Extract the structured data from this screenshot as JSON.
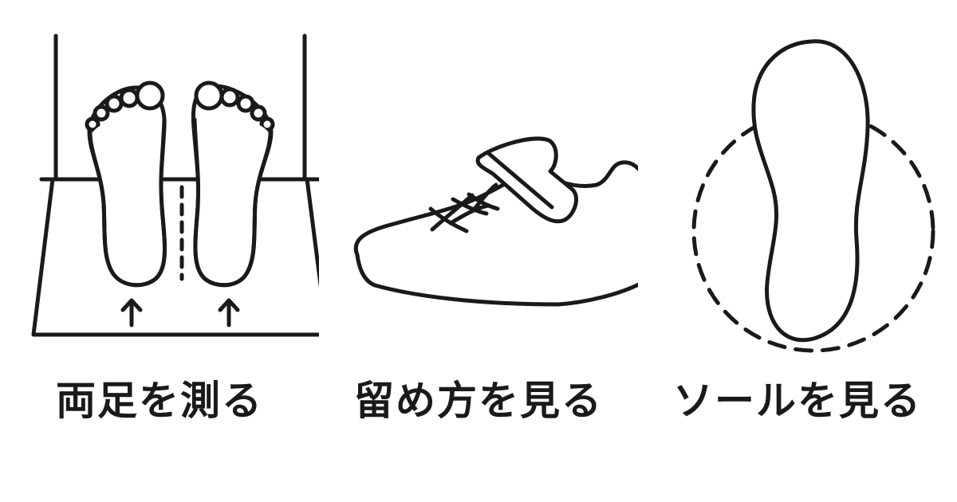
{
  "panels": [
    {
      "caption": "両足を測る",
      "icon": "feet-on-measuring-board-icon"
    },
    {
      "caption": "留め方を見る",
      "icon": "velcro-sneaker-icon"
    },
    {
      "caption": "ソールを見る",
      "icon": "shoe-sole-icon"
    }
  ],
  "colors": {
    "stroke": "#1a1a1a",
    "background": "#ffffff"
  }
}
